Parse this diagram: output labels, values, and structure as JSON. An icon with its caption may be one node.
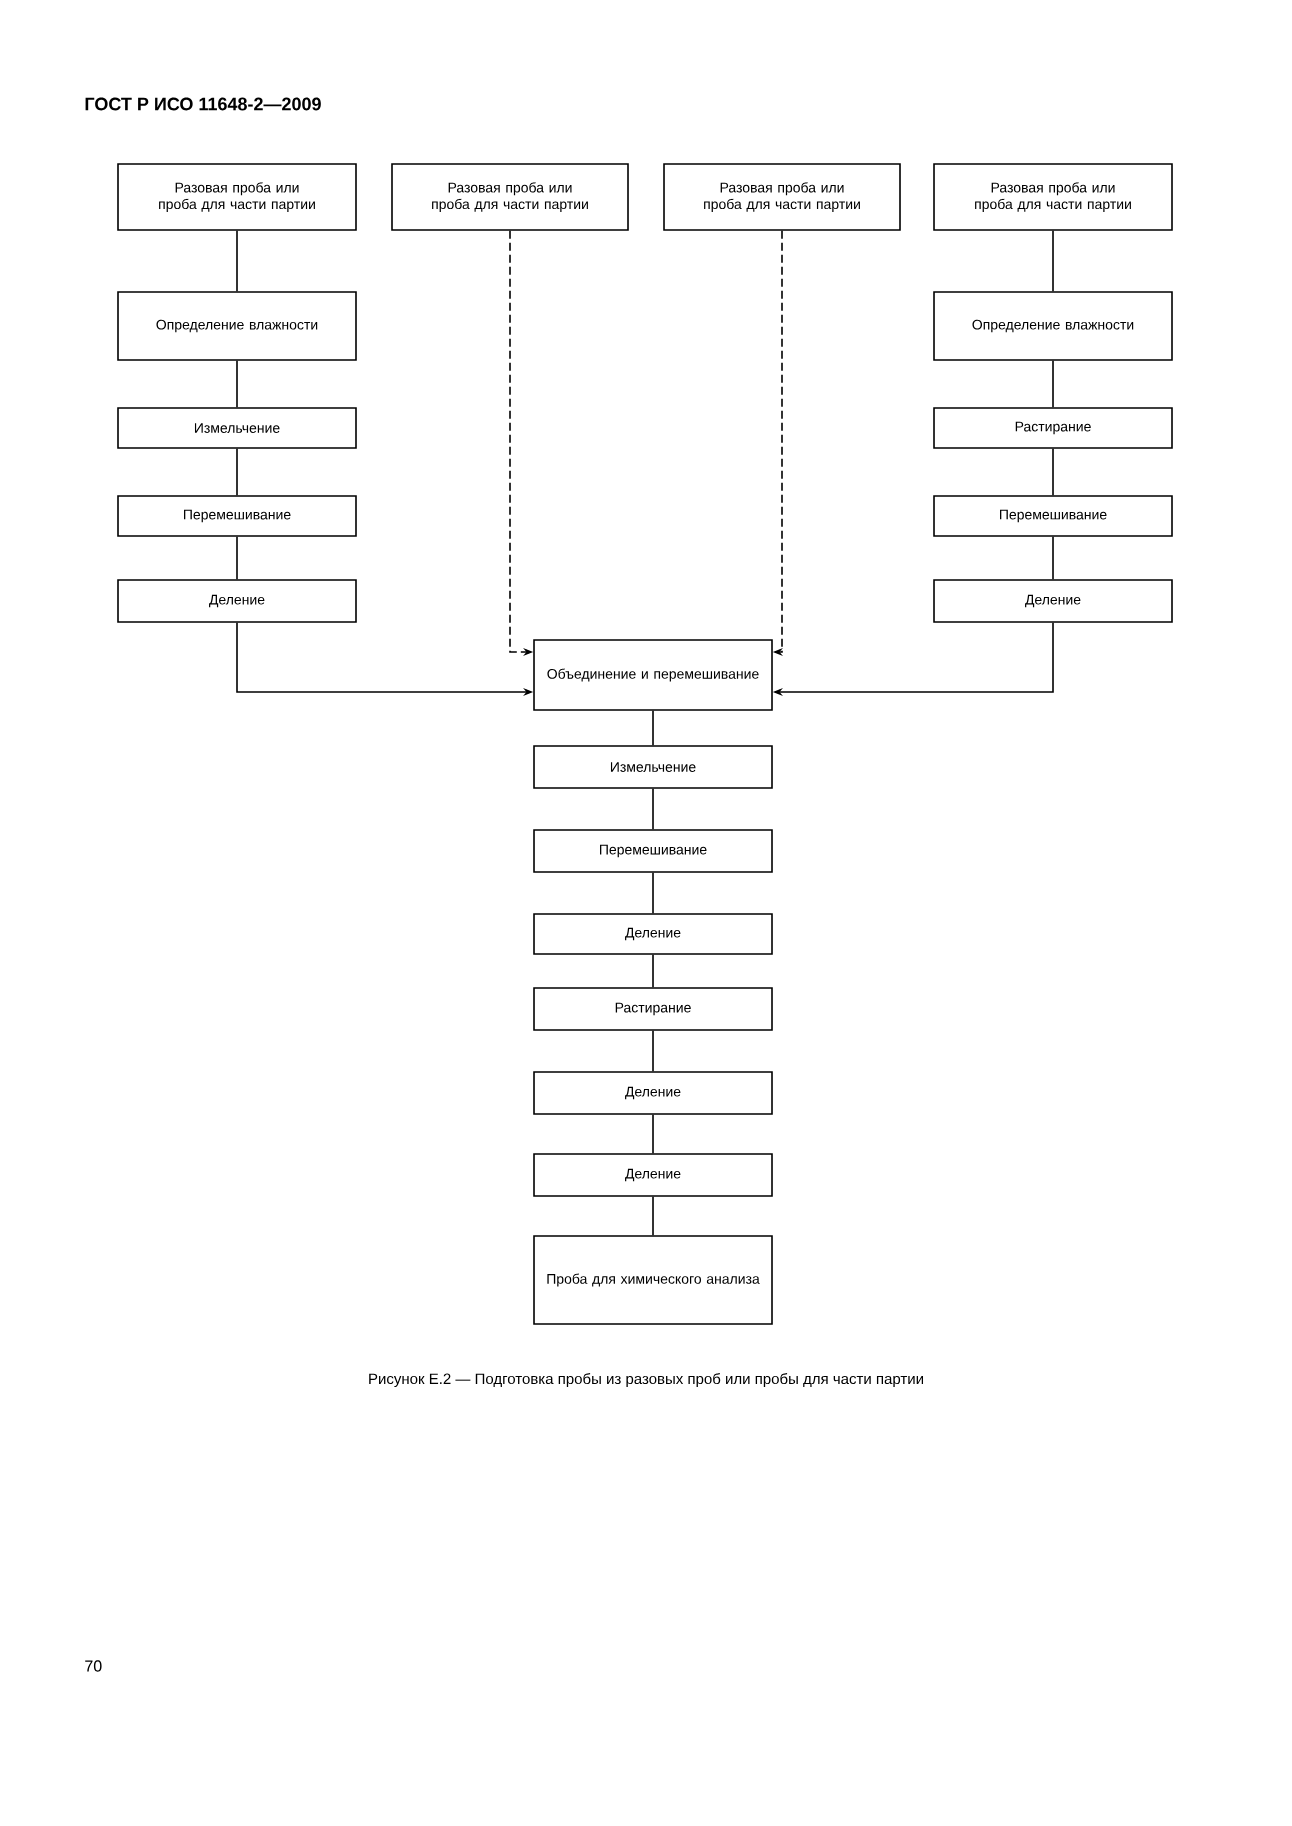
{
  "diagram": {
    "caption": "Рисунок Е.2 — Подготовка пробы из разовых проб или пробы для части партии",
    "nodes": [
      {
        "text": [
          "Разовая проба или проба для части партии"
        ]
      },
      {
        "text": [
          "Определение влажности"
        ]
      },
      {
        "text": [
          "Измельчение"
        ]
      },
      {
        "text": [
          "Перемешивание"
        ]
      },
      {
        "text": [
          "Деление"
        ]
      },
      {
        "text": [
          "Разовая проба или проба для части партии"
        ]
      },
      {
        "text": [
          "Разовая проба или проба для части партии"
        ]
      },
      {
        "text": [
          "Разовая проба или проба для части партии"
        ]
      },
      {
        "text": [
          "Определение влажности"
        ]
      },
      {
        "text": [
          "Растирание"
        ]
      },
      {
        "text": [
          "Перемешивание"
        ]
      },
      {
        "text": [
          "Деление"
        ]
      },
      {
        "text": [
          "Объединение и перемешивание"
        ]
      },
      {
        "text": [
          "Измельчение"
        ]
      },
      {
        "text": [
          "Перемешивание"
        ]
      },
      {
        "text": [
          "Деление"
        ]
      },
      {
        "text": [
          "Растирание"
        ]
      },
      {
        "text": [
          "Деление"
        ]
      },
      {
        "text": [
          "Деление"
        ]
      },
      {
        "text": [
          "Проба для химического анализа"
        ]
      }
    ],
    "edges": [
      {
        "from": 0,
        "to": 1,
        "arrow": "none"
      },
      {
        "from": 1,
        "to": 2,
        "arrow": "none"
      },
      {
        "from": 2,
        "to": 3,
        "arrow": "none"
      },
      {
        "from": 3,
        "to": 4,
        "arrow": "none"
      },
      {
        "from": 4,
        "to": 12,
        "arrow": "to"
      },
      {
        "from": 5,
        "to": 12,
        "arrow": "to",
        "style": "dashed"
      },
      {
        "from": 6,
        "to": 12,
        "arrow": "to",
        "style": "dashed"
      },
      {
        "from": 7,
        "to": 8,
        "arrow": "none"
      },
      {
        "from": 8,
        "to": 9,
        "arrow": "none"
      },
      {
        "from": 9,
        "to": 10,
        "arrow": "none"
      },
      {
        "from": 10,
        "to": 11,
        "arrow": "none"
      },
      {
        "from": 11,
        "to": 12,
        "arrow": "to"
      },
      {
        "from": 12,
        "to": 13,
        "arrow": "none"
      },
      {
        "from": 13,
        "to": 14,
        "arrow": "none"
      },
      {
        "from": 14,
        "to": 15,
        "arrow": "none"
      },
      {
        "from": 15,
        "to": 16,
        "arrow": "none"
      },
      {
        "from": 16,
        "to": 17,
        "arrow": "none"
      },
      {
        "from": 17,
        "to": 18,
        "arrow": "none"
      },
      {
        "from": 18,
        "to": 19,
        "arrow": "none"
      }
    ],
    "labels": [
      "ГОСТ Р ИСО 11648-2—2009",
      "70"
    ]
  }
}
